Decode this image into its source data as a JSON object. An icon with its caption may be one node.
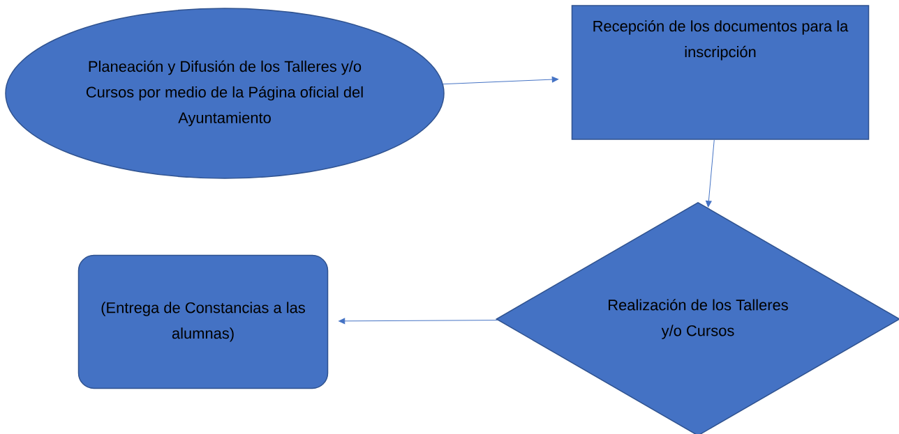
{
  "diagram": {
    "nodes": [
      {
        "text": [
          "Planeación y Difusión de los Talleres y/o Cursos por medio de la Página oficial del Ayuntamiento"
        ]
      },
      {
        "text": [
          "Recepción de los documentos para la inscripción"
        ]
      },
      {
        "text": [
          "Realización de los Talleres y/o Cursos"
        ]
      },
      {
        "text": [
          "(Entrega de Constancias a las alumnas)"
        ]
      }
    ],
    "edges": [
      {
        "from": 0,
        "to": 1,
        "arrow": "to"
      },
      {
        "from": 1,
        "to": 2,
        "arrow": "to"
      },
      {
        "from": 2,
        "to": 3,
        "arrow": "to"
      }
    ]
  }
}
